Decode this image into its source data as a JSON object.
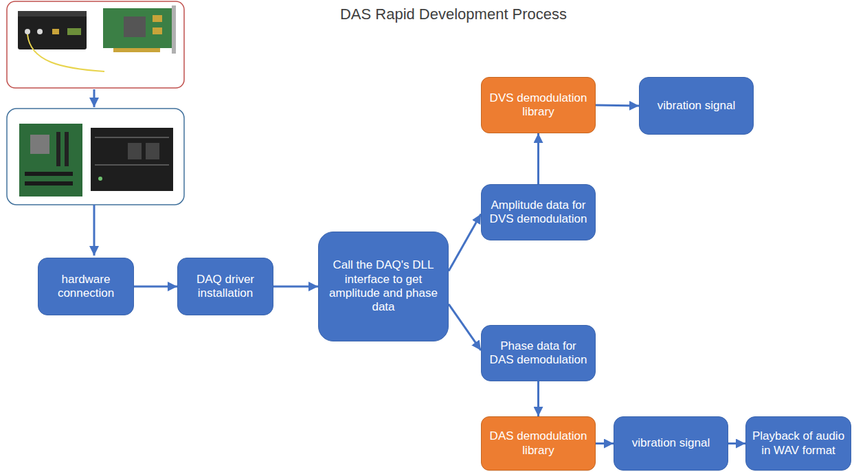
{
  "diagram": {
    "title": "DAS Rapid Development Process",
    "nodes": [
      {
        "text": [
          "hardware connection"
        ]
      },
      {
        "text": [
          "DAQ driver installation"
        ]
      },
      {
        "text": [
          "Call the DAQ's DLL interface to get amplitude and phase data"
        ]
      },
      {
        "text": [
          "Amplitude data for DVS demodulation"
        ]
      },
      {
        "text": [
          "DVS demodulation library"
        ]
      },
      {
        "text": [
          "vibration signal"
        ]
      },
      {
        "text": [
          "Phase data for DAS demodulation"
        ]
      },
      {
        "text": [
          "DAS demodulation library"
        ]
      },
      {
        "text": [
          "vibration signal"
        ]
      },
      {
        "text": [
          "Playback of audio in WAV format"
        ]
      }
    ],
    "edges": [
      {
        "from": 0,
        "to": 1,
        "arrow": "to"
      },
      {
        "from": 1,
        "to": 2,
        "arrow": "to"
      },
      {
        "from": 2,
        "to": 3,
        "arrow": "to"
      },
      {
        "from": 3,
        "to": 4,
        "arrow": "to"
      },
      {
        "from": 4,
        "to": 5,
        "arrow": "to"
      },
      {
        "from": 2,
        "to": 6,
        "arrow": "to"
      },
      {
        "from": 6,
        "to": 7,
        "arrow": "to"
      },
      {
        "from": 7,
        "to": 8,
        "arrow": "to"
      },
      {
        "from": 8,
        "to": 9,
        "arrow": "to"
      }
    ]
  }
}
